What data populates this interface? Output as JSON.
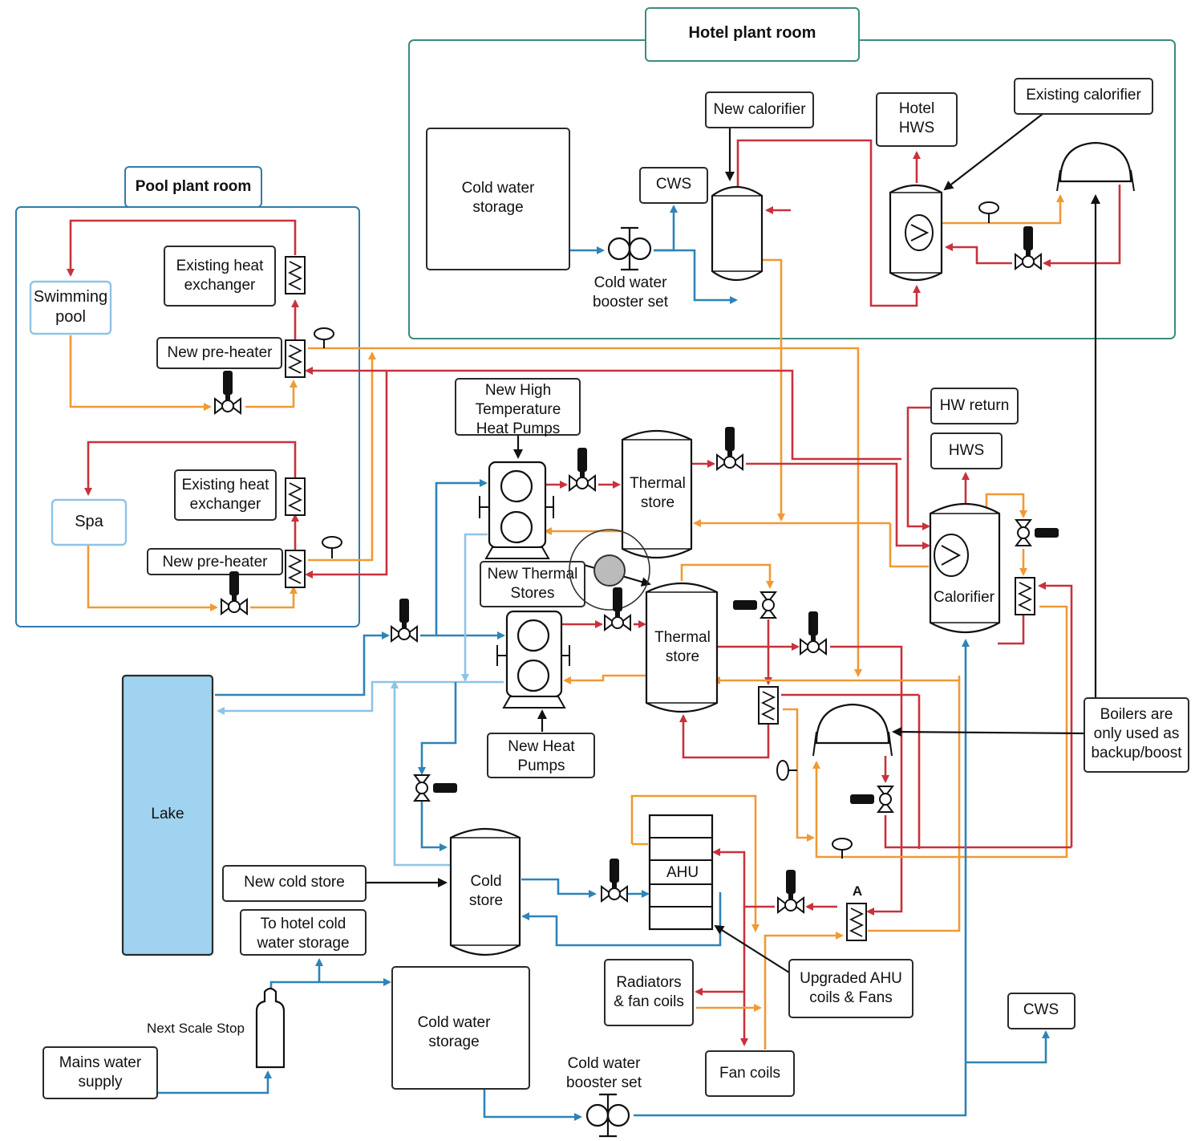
{
  "rooms": {
    "hotel": "Hotel plant room",
    "pool": "Pool plant room"
  },
  "hotel_room": {
    "cold_water_storage": [
      "Cold water",
      "storage"
    ],
    "new_calorifier": "New calorifier",
    "cws": "CWS",
    "hotel_hws": [
      "Hotel",
      "HWS"
    ],
    "existing_calorifier": "Existing calorifier",
    "booster": [
      "Cold water",
      "booster set"
    ]
  },
  "pool_room": {
    "swimming_pool": [
      "Swimming",
      "pool"
    ],
    "existing_hx_1": [
      "Existing heat",
      "exchanger"
    ],
    "pre_heater_1": "New pre-heater",
    "spa": "Spa",
    "existing_hx_2": [
      "Existing heat",
      "exchanger"
    ],
    "pre_heater_2": "New pre-heater"
  },
  "centre": {
    "hp_high": [
      "New High",
      "Temperature",
      "Heat Pumps"
    ],
    "thermal_store_1": [
      "Thermal",
      "store"
    ],
    "new_thermal_stores": [
      "New Thermal",
      "Stores"
    ],
    "thermal_store_2": [
      "Thermal",
      "store"
    ],
    "new_heat_pumps": [
      "New Heat",
      "Pumps"
    ],
    "hw_return": "HW return",
    "hws": "HWS",
    "calorifier": "Calorifier",
    "boilers_note": [
      "Boilers are",
      "only used as",
      "backup/boost"
    ]
  },
  "lower": {
    "lake": "Lake",
    "new_cold_store": "New cold store",
    "to_hotel_cws": [
      "To hotel cold",
      "water storage"
    ],
    "cold_store": [
      "Cold",
      "store"
    ],
    "ahu": "AHU",
    "hx_a": "A",
    "upgraded_ahu": [
      "Upgraded AHU",
      "coils & Fans"
    ],
    "radiators": [
      "Radiators",
      "& fan coils"
    ],
    "fan_coils": "Fan coils",
    "next_scale_stop": "Next Scale Stop",
    "mains_water": [
      "Mains water",
      "supply"
    ],
    "cold_water_storage": [
      "Cold water",
      "storage"
    ],
    "booster": [
      "Cold water",
      "booster set"
    ],
    "cws": "CWS"
  },
  "colors": {
    "hot": "#c8323c",
    "warm": "#ef9a35",
    "cold": "#2f83b8",
    "cool": "#8fc3e6",
    "hotel_border": "#3b8c7e",
    "pool_border": "#2f7bab",
    "lake_fill": "#9fd3ef"
  }
}
